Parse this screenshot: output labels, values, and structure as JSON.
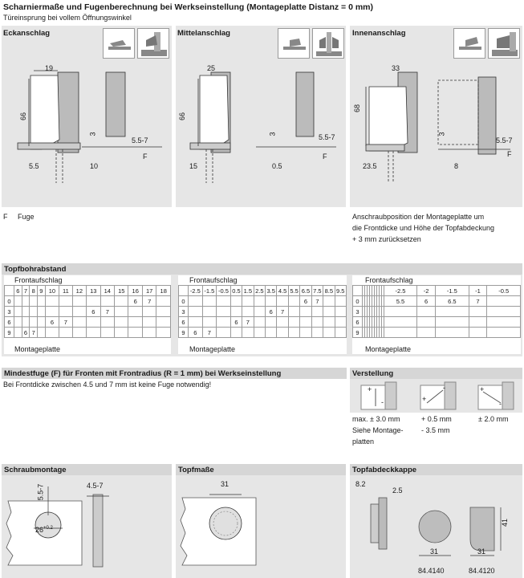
{
  "header": {
    "title": "Scharniermaße und Fugenberechnung bei Werkseinstellung (Montageplatte Distanz = 0 mm)",
    "subtitle": "Türeinsprung bei vollem Öffnungswinkel"
  },
  "panels": [
    {
      "name": "Eckanschlag",
      "dims": {
        "width": "19",
        "height": "66",
        "gap": "3",
        "range": "5.5-7",
        "setback": "5.5",
        "offset": "10",
        "fuge": "F"
      }
    },
    {
      "name": "Mittelanschlag",
      "dims": {
        "width": "25",
        "height": "66",
        "gap": "3",
        "range": "5.5-7",
        "setback": "15",
        "offset": "0.5",
        "fuge": "F"
      }
    },
    {
      "name": "Innenanschlag",
      "dims": {
        "width": "33",
        "height": "68",
        "gap": "3",
        "range": "5.5-7",
        "setback": "23.5",
        "offset": "8",
        "fuge": "F"
      }
    }
  ],
  "legend": {
    "symbol": "F",
    "label": "Fuge"
  },
  "note_innen": [
    "Anschraubposition der Montageplatte um",
    "die Frontdicke und Höhe der Topfabdeckung",
    "+ 3 mm zurücksetzen"
  ],
  "bohr": {
    "title": "Topfbohrabstand",
    "front_label": "Frontaufschlag",
    "plate_label": "Montageplatte",
    "tables": [
      {
        "cols": [
          "6",
          "7",
          "8",
          "9",
          "10",
          "11",
          "12",
          "13",
          "14",
          "15",
          "16",
          "17",
          "18"
        ],
        "rows": [
          {
            "label": "0",
            "cells": [
              "",
              "",
              "",
              "",
              "",
              "",
              "",
              "",
              "",
              "",
              "6",
              "7",
              ""
            ]
          },
          {
            "label": "3",
            "cells": [
              "",
              "",
              "",
              "",
              "",
              "",
              "",
              "6",
              "7",
              "",
              "",
              "",
              ""
            ]
          },
          {
            "label": "6",
            "cells": [
              "",
              "",
              "",
              "",
              "6",
              "7",
              "",
              "",
              "",
              "",
              "",
              "",
              ""
            ]
          },
          {
            "label": "9",
            "cells": [
              "",
              "6",
              "7",
              "",
              "",
              "",
              "",
              "",
              "",
              "",
              "",
              "",
              ""
            ]
          }
        ]
      },
      {
        "cols": [
          "-2.5",
          "-1.5",
          "-0.5",
          "0.5",
          "1.5",
          "2.5",
          "3.5",
          "4.5",
          "5.5",
          "6.5",
          "7.5",
          "8.5",
          "9.5"
        ],
        "rows": [
          {
            "label": "0",
            "cells": [
              "",
              "",
              "",
              "",
              "",
              "",
              "",
              "",
              "",
              "6",
              "7",
              "",
              ""
            ]
          },
          {
            "label": "3",
            "cells": [
              "",
              "",
              "",
              "",
              "",
              "",
              "6",
              "7",
              "",
              "",
              "",
              "",
              ""
            ]
          },
          {
            "label": "6",
            "cells": [
              "",
              "",
              "",
              "6",
              "7",
              "",
              "",
              "",
              "",
              "",
              "",
              "",
              ""
            ]
          },
          {
            "label": "9",
            "cells": [
              "6",
              "7",
              "",
              "",
              "",
              "",
              "",
              "",
              "",
              "",
              "",
              "",
              ""
            ]
          }
        ]
      },
      {
        "cols": [
          "",
          "",
          "",
          "",
          "",
          "",
          "",
          "",
          "",
          "-2.5",
          "-2",
          "-1.5",
          "-1",
          "-0.5"
        ],
        "rows": [
          {
            "label": "0",
            "cells": [
              "",
              "",
              "",
              "",
              "",
              "",
              "",
              "",
              "",
              "5.5",
              "6",
              "6.5",
              "7",
              ""
            ]
          },
          {
            "label": "3",
            "cells": [
              "",
              "",
              "",
              "",
              "",
              "",
              "",
              "",
              "",
              "",
              "",
              "",
              "",
              ""
            ]
          },
          {
            "label": "6",
            "cells": [
              "",
              "",
              "",
              "",
              "",
              "",
              "",
              "",
              "",
              "",
              "",
              "",
              "",
              ""
            ]
          },
          {
            "label": "9",
            "cells": [
              "",
              "",
              "",
              "",
              "",
              "",
              "",
              "",
              "",
              "",
              "",
              "",
              "",
              ""
            ]
          }
        ]
      }
    ]
  },
  "mindest": {
    "title": "Mindestfuge (F) für Fronten mit Frontradius (R = 1 mm) bei Werkseinstellung",
    "text": "Bei Frontdicke zwischen 4.5 und 7 mm ist keine Fuge notwendig!"
  },
  "verstellung": {
    "title": "Verstellung",
    "items": [
      {
        "lines": [
          "max. ± 3.0 mm",
          "Siehe Montage-",
          "platten"
        ],
        "plus": "+",
        "minus": "-"
      },
      {
        "lines": [
          "+ 0.5 mm",
          "- 3.5 mm"
        ],
        "plus": "+",
        "minus": "-"
      },
      {
        "lines": [
          "± 2.0 mm"
        ],
        "plus": "+",
        "minus": "-"
      }
    ]
  },
  "schraub": {
    "title": "Schraubmontage",
    "d1": "5.5-7",
    "d2": "4.5-7",
    "d3": "26",
    "d3sup": "+0.2"
  },
  "topfmasse": {
    "title": "Topfmaße",
    "d1": "31"
  },
  "kappe": {
    "title": "Topfabdeckkappe",
    "d1": "8.2",
    "d2": "2.5",
    "d3": "31",
    "d4": "31",
    "d5": "41",
    "art1": "84.4140",
    "art2": "84.4120"
  }
}
